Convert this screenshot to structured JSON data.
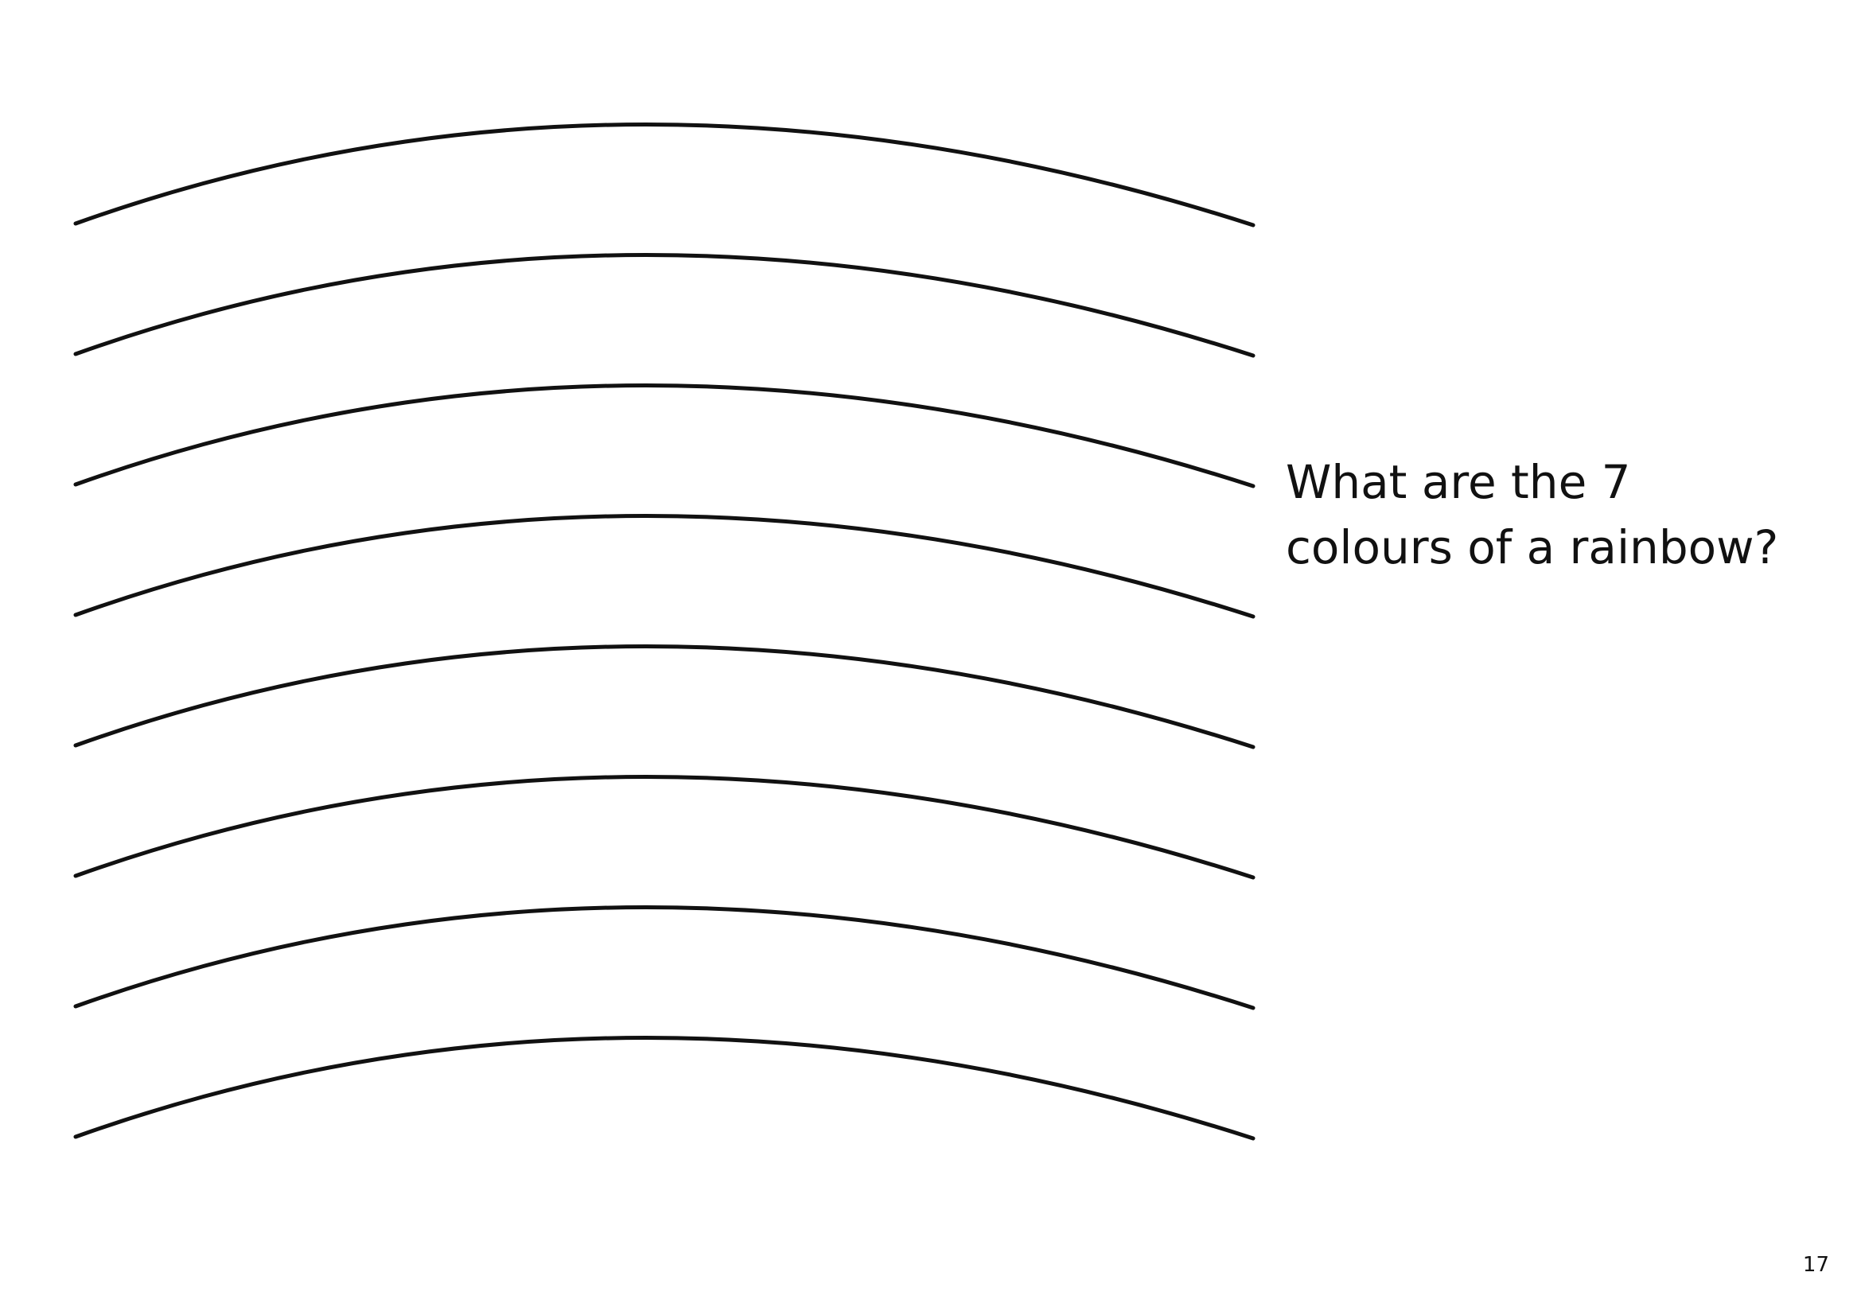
{
  "worksheet": {
    "question_line_1": "What are the 7",
    "question_line_2": "colours of a rainbow?",
    "arc_count": 8,
    "line_color": "#111111"
  },
  "footer": {
    "page_number": "17"
  }
}
